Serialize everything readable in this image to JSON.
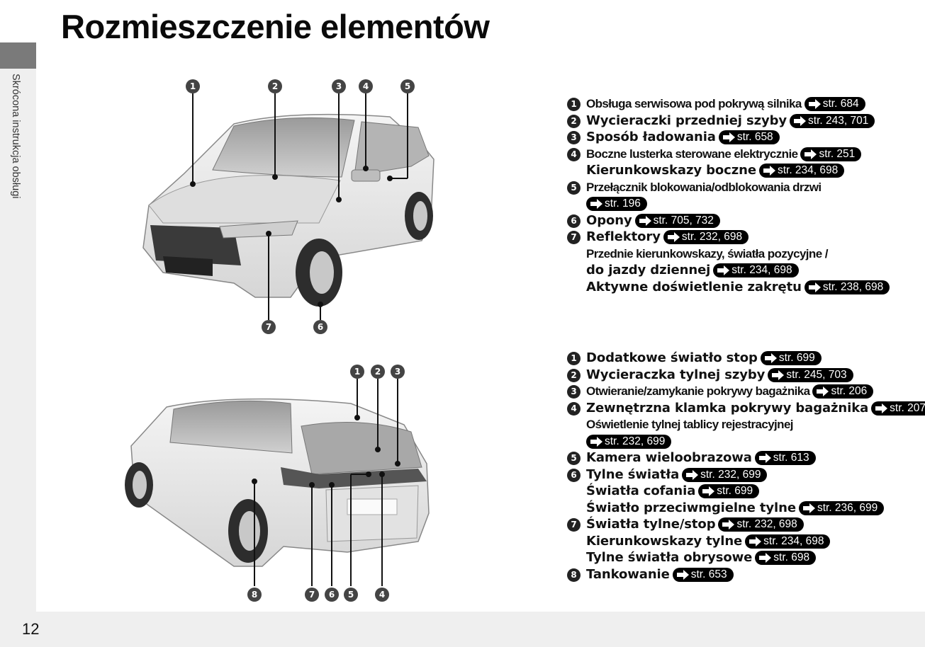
{
  "page": {
    "title": "Rozmieszczenie elementów",
    "side_label": "Skrócona instrukcja obsługi",
    "page_number": "12"
  },
  "front_callouts": [
    "1",
    "2",
    "3",
    "4",
    "5",
    "6",
    "7"
  ],
  "rear_callouts": [
    "1",
    "2",
    "3",
    "4",
    "5",
    "6",
    "7",
    "8"
  ],
  "front_list": [
    {
      "num": "1",
      "text": "Obsługa serwisowa pod pokrywą silnika",
      "ref": "str. 684"
    },
    {
      "num": "2",
      "text": "Wycieraczki przedniej szyby",
      "ref": "str. 243, 701"
    },
    {
      "num": "3",
      "text": "Sposób ładowania",
      "ref": "str. 658"
    },
    {
      "num": "4",
      "text": "Boczne lusterka sterowane elektrycznie",
      "ref": "str. 251"
    },
    {
      "num": "",
      "text": "Kierunkowskazy boczne",
      "ref": "str. 234, 698"
    },
    {
      "num": "5",
      "text": "Przełącznik blokowania/odblokowania drzwi",
      "ref": ""
    },
    {
      "num": "",
      "text": "",
      "ref": "str. 196"
    },
    {
      "num": "6",
      "text": "Opony",
      "ref": "str. 705, 732"
    },
    {
      "num": "7",
      "text": "Reflektory",
      "ref": "str. 232, 698"
    },
    {
      "num": "",
      "text": "Przednie kierunkowskazy, światła pozycyjne /",
      "ref": ""
    },
    {
      "num": "",
      "text": "do jazdy dziennej",
      "ref": "str. 234, 698"
    },
    {
      "num": "",
      "text": "Aktywne doświetlenie zakrętu",
      "ref": "str. 238, 698"
    }
  ],
  "rear_list": [
    {
      "num": "1",
      "text": "Dodatkowe światło stop",
      "ref": "str. 699"
    },
    {
      "num": "2",
      "text": "Wycieraczka tylnej szyby",
      "ref": "str. 245, 703"
    },
    {
      "num": "3",
      "text": "Otwieranie/zamykanie pokrywy bagażnika",
      "ref": "str. 206"
    },
    {
      "num": "4",
      "text": "Zewnętrzna klamka pokrywy bagażnika",
      "ref": "str. 207"
    },
    {
      "num": "",
      "text": "Oświetlenie tylnej tablicy rejestracyjnej",
      "ref": ""
    },
    {
      "num": "",
      "text": "",
      "ref": "str. 232, 699"
    },
    {
      "num": "5",
      "text": "Kamera wieloobrazowa",
      "ref": "str. 613"
    },
    {
      "num": "6",
      "text": "Tylne światła",
      "ref": "str. 232, 699"
    },
    {
      "num": "",
      "text": "Światła cofania",
      "ref": "str. 699"
    },
    {
      "num": "",
      "text": "Światło przeciwmgielne tylne",
      "ref": "str. 236, 699"
    },
    {
      "num": "7",
      "text": "Światła tylne/stop",
      "ref": "str. 232, 698"
    },
    {
      "num": "",
      "text": "Kierunkowskazy tylne",
      "ref": "str. 234, 698"
    },
    {
      "num": "",
      "text": "Tylne światła obrysowe",
      "ref": "str. 698"
    },
    {
      "num": "8",
      "text": "Tankowanie",
      "ref": "str. 653"
    }
  ]
}
